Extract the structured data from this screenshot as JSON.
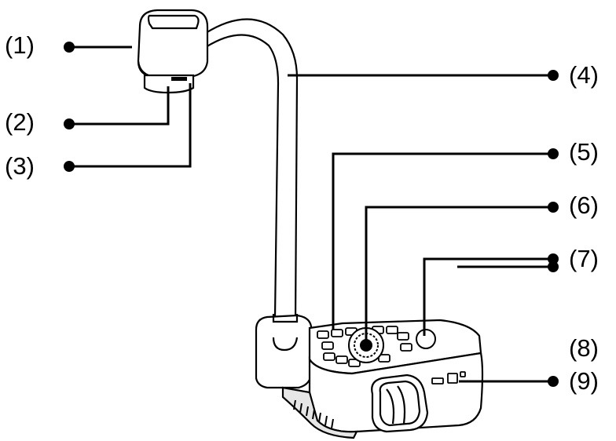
{
  "callouts": {
    "c1": "(1)",
    "c2": "(2)",
    "c3": "(3)",
    "c4": "(4)",
    "c5": "(5)",
    "c6": "(6)",
    "c7": "(7)",
    "c8": "(8)",
    "c9": "(9)"
  },
  "colors": {
    "line": "#000000",
    "shadow": "#e6e6e6",
    "panel": "#f2f2f2"
  }
}
